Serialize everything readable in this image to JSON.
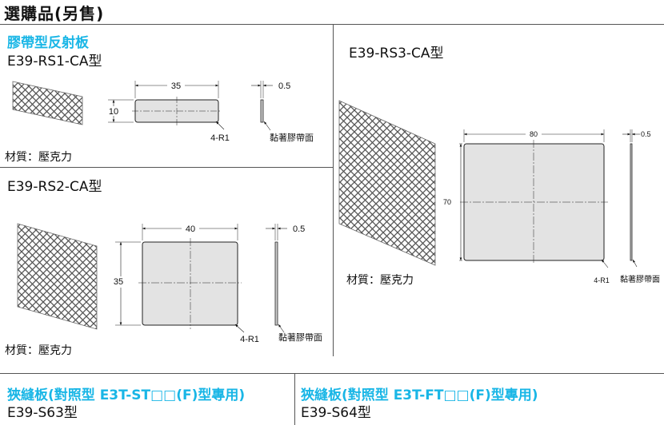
{
  "page_title": "選購品(另售)",
  "sections": {
    "rs1": {
      "category": "膠帶型反射板",
      "model": "E39-RS1-CA型",
      "material": "材質：壓克力",
      "dim_width": "35",
      "dim_height": "10",
      "dim_thickness": "0.5",
      "corner": "4-R1",
      "adhesive": "黏著膠帶面"
    },
    "rs2": {
      "model": "E39-RS2-CA型",
      "material": "材質：壓克力",
      "dim_width": "40",
      "dim_height": "35",
      "dim_thickness": "0.5",
      "corner": "4-R1",
      "adhesive": "黏著膠帶面"
    },
    "rs3": {
      "model": "E39-RS3-CA型",
      "material": "材質：壓克力",
      "dim_width": "80",
      "dim_height": "70",
      "dim_thickness": "0.5",
      "corner": "4-R1",
      "adhesive": "黏著膠帶面"
    },
    "s63": {
      "category": "狹縫板(對照型 E3T-ST□□(F)型專用)",
      "model": "E39-S63型"
    },
    "s64": {
      "category": "狹縫板(對照型 E3T-FT□□(F)型專用)",
      "model": "E39-S64型"
    }
  }
}
